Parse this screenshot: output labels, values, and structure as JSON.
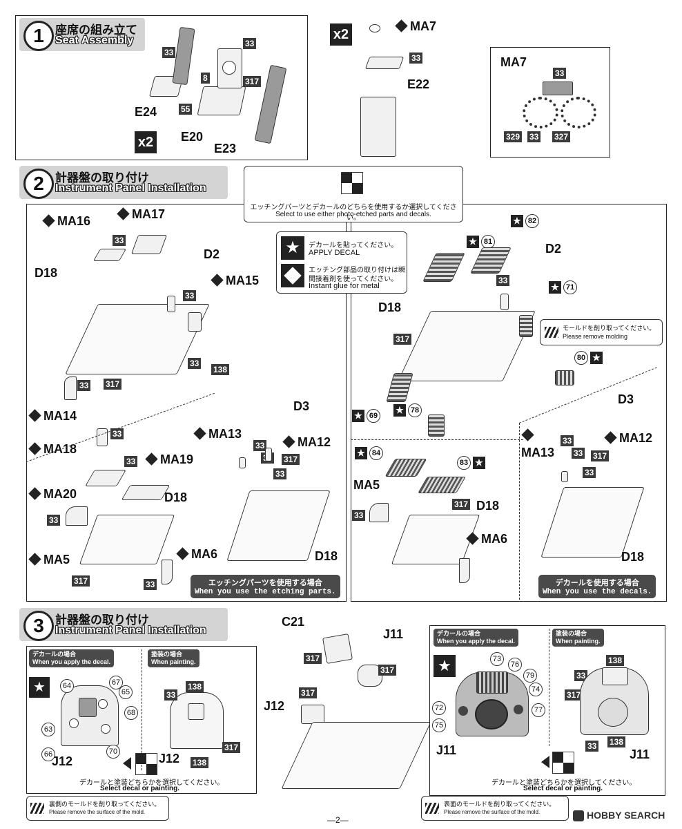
{
  "step1": {
    "num": "1",
    "title_jp": "座席の組み立て",
    "title_en": "Seat Assembly",
    "labels": {
      "e24": "E24",
      "e20": "E20",
      "e23": "E23",
      "e22": "E22",
      "ma7": "MA7",
      "ma7_detail": "MA7"
    },
    "badges": {
      "c33a": "33",
      "c33b": "33",
      "c8": "8",
      "c317": "317",
      "c55": "55",
      "c33e22": "33",
      "c33ma7": "33",
      "c329": "329",
      "c33ma7b": "33",
      "c327": "327"
    },
    "x2_a": "x2",
    "x2_b": "x2"
  },
  "step2": {
    "num": "2",
    "title_jp": "計器盤の取り付け",
    "title_en": "Instrument Panel Installation",
    "select_jp": "エッチングパーツとデカールのどちらを使用するか選択してください。",
    "select_en": "Select to use either photo-etched parts and decals.",
    "legend": {
      "decal_jp": "デカールを貼ってください。",
      "decal_en": "APPLY DECAL",
      "glue_jp1": "エッチング部品の取り付けは瞬",
      "glue_jp2": "間接着剤を使ってください。",
      "glue_en": "Instant glue for metal"
    },
    "left": {
      "ma16": "MA16",
      "ma17": "MA17",
      "d2": "D2",
      "ma15": "MA15",
      "d18": "D18",
      "ma14": "MA14",
      "ma18": "MA18",
      "ma13": "MA13",
      "d3": "D3",
      "ma12": "MA12",
      "ma19": "MA19",
      "ma20": "MA20",
      "d18b": "D18",
      "ma5": "MA5",
      "ma6": "MA6",
      "d18c": "D18",
      "b33a": "33",
      "b33b": "33",
      "b33c": "33",
      "b138": "138",
      "b317a": "317",
      "b33d": "33",
      "b33e": "33",
      "b33f": "33",
      "b33g": "33",
      "b317b": "317",
      "b33h": "33",
      "b33i": "33",
      "b33j": "33",
      "b317c": "317",
      "b33k": "33"
    },
    "left_caption_jp": "エッチングパーツを使用する場合",
    "left_caption_en": "When you use the etching parts.",
    "right": {
      "d81": "81",
      "d82": "82",
      "d2": "D2",
      "d71": "71",
      "d18": "D18",
      "d80": "80",
      "d69": "69",
      "d78": "78",
      "d3": "D3",
      "ma13": "MA13",
      "ma12": "MA12",
      "d84": "84",
      "d83": "83",
      "ma5": "MA5",
      "d18b": "D18",
      "ma6": "MA6",
      "d18c": "D18",
      "b33a": "33",
      "b317a": "317",
      "b33b": "33",
      "b33c": "33",
      "b317b": "317",
      "b33d": "33",
      "b317c": "317",
      "b33e": "33"
    },
    "mold_jp": "モールドを削り取ってください。",
    "mold_en": "Please remove molding",
    "right_caption_jp": "デカールを使用する場合",
    "right_caption_en": "When you use the decals."
  },
  "step3": {
    "num": "3",
    "title_jp": "計器盤の取り付け",
    "title_en": "Instrument Panel Installation",
    "tag_decal_jp": "デカールの場合",
    "tag_decal_en": "When you apply the decal.",
    "tag_paint_jp": "塗装の場合",
    "tag_paint_en": "When painting.",
    "left_decals": [
      "64",
      "67",
      "65",
      "68",
      "63",
      "66",
      "70"
    ],
    "left_part": "J12",
    "left_paint_part": "J12",
    "left_paint_badges": {
      "b33": "33",
      "b138a": "138",
      "b317": "317",
      "b138b": "138"
    },
    "center": {
      "c21": "C21",
      "j11": "J11",
      "j12": "J12",
      "b317a": "317",
      "b317b": "317",
      "b317c": "317"
    },
    "right_decals": [
      "73",
      "76",
      "79",
      "72",
      "74",
      "75",
      "77"
    ],
    "right_part": "J11",
    "right_paint_part": "J11",
    "right_paint_badges": {
      "b138a": "138",
      "b33a": "33",
      "b317": "317",
      "b33b": "33",
      "b138b": "138"
    },
    "select_jp": "デカールと塗装どちらかを選択してください。",
    "select_en": "Select decal or painting.",
    "mold_left_jp": "裏側のモールドを削り取ってください。",
    "mold_left_en": "Please remove the surface of the mold.",
    "mold_right_jp": "表面のモールドを削り取ってください。",
    "mold_right_en": "Please remove the surface of the mold."
  },
  "footer": {
    "page": "—2—",
    "watermark": "HOBBY SEARCH"
  }
}
